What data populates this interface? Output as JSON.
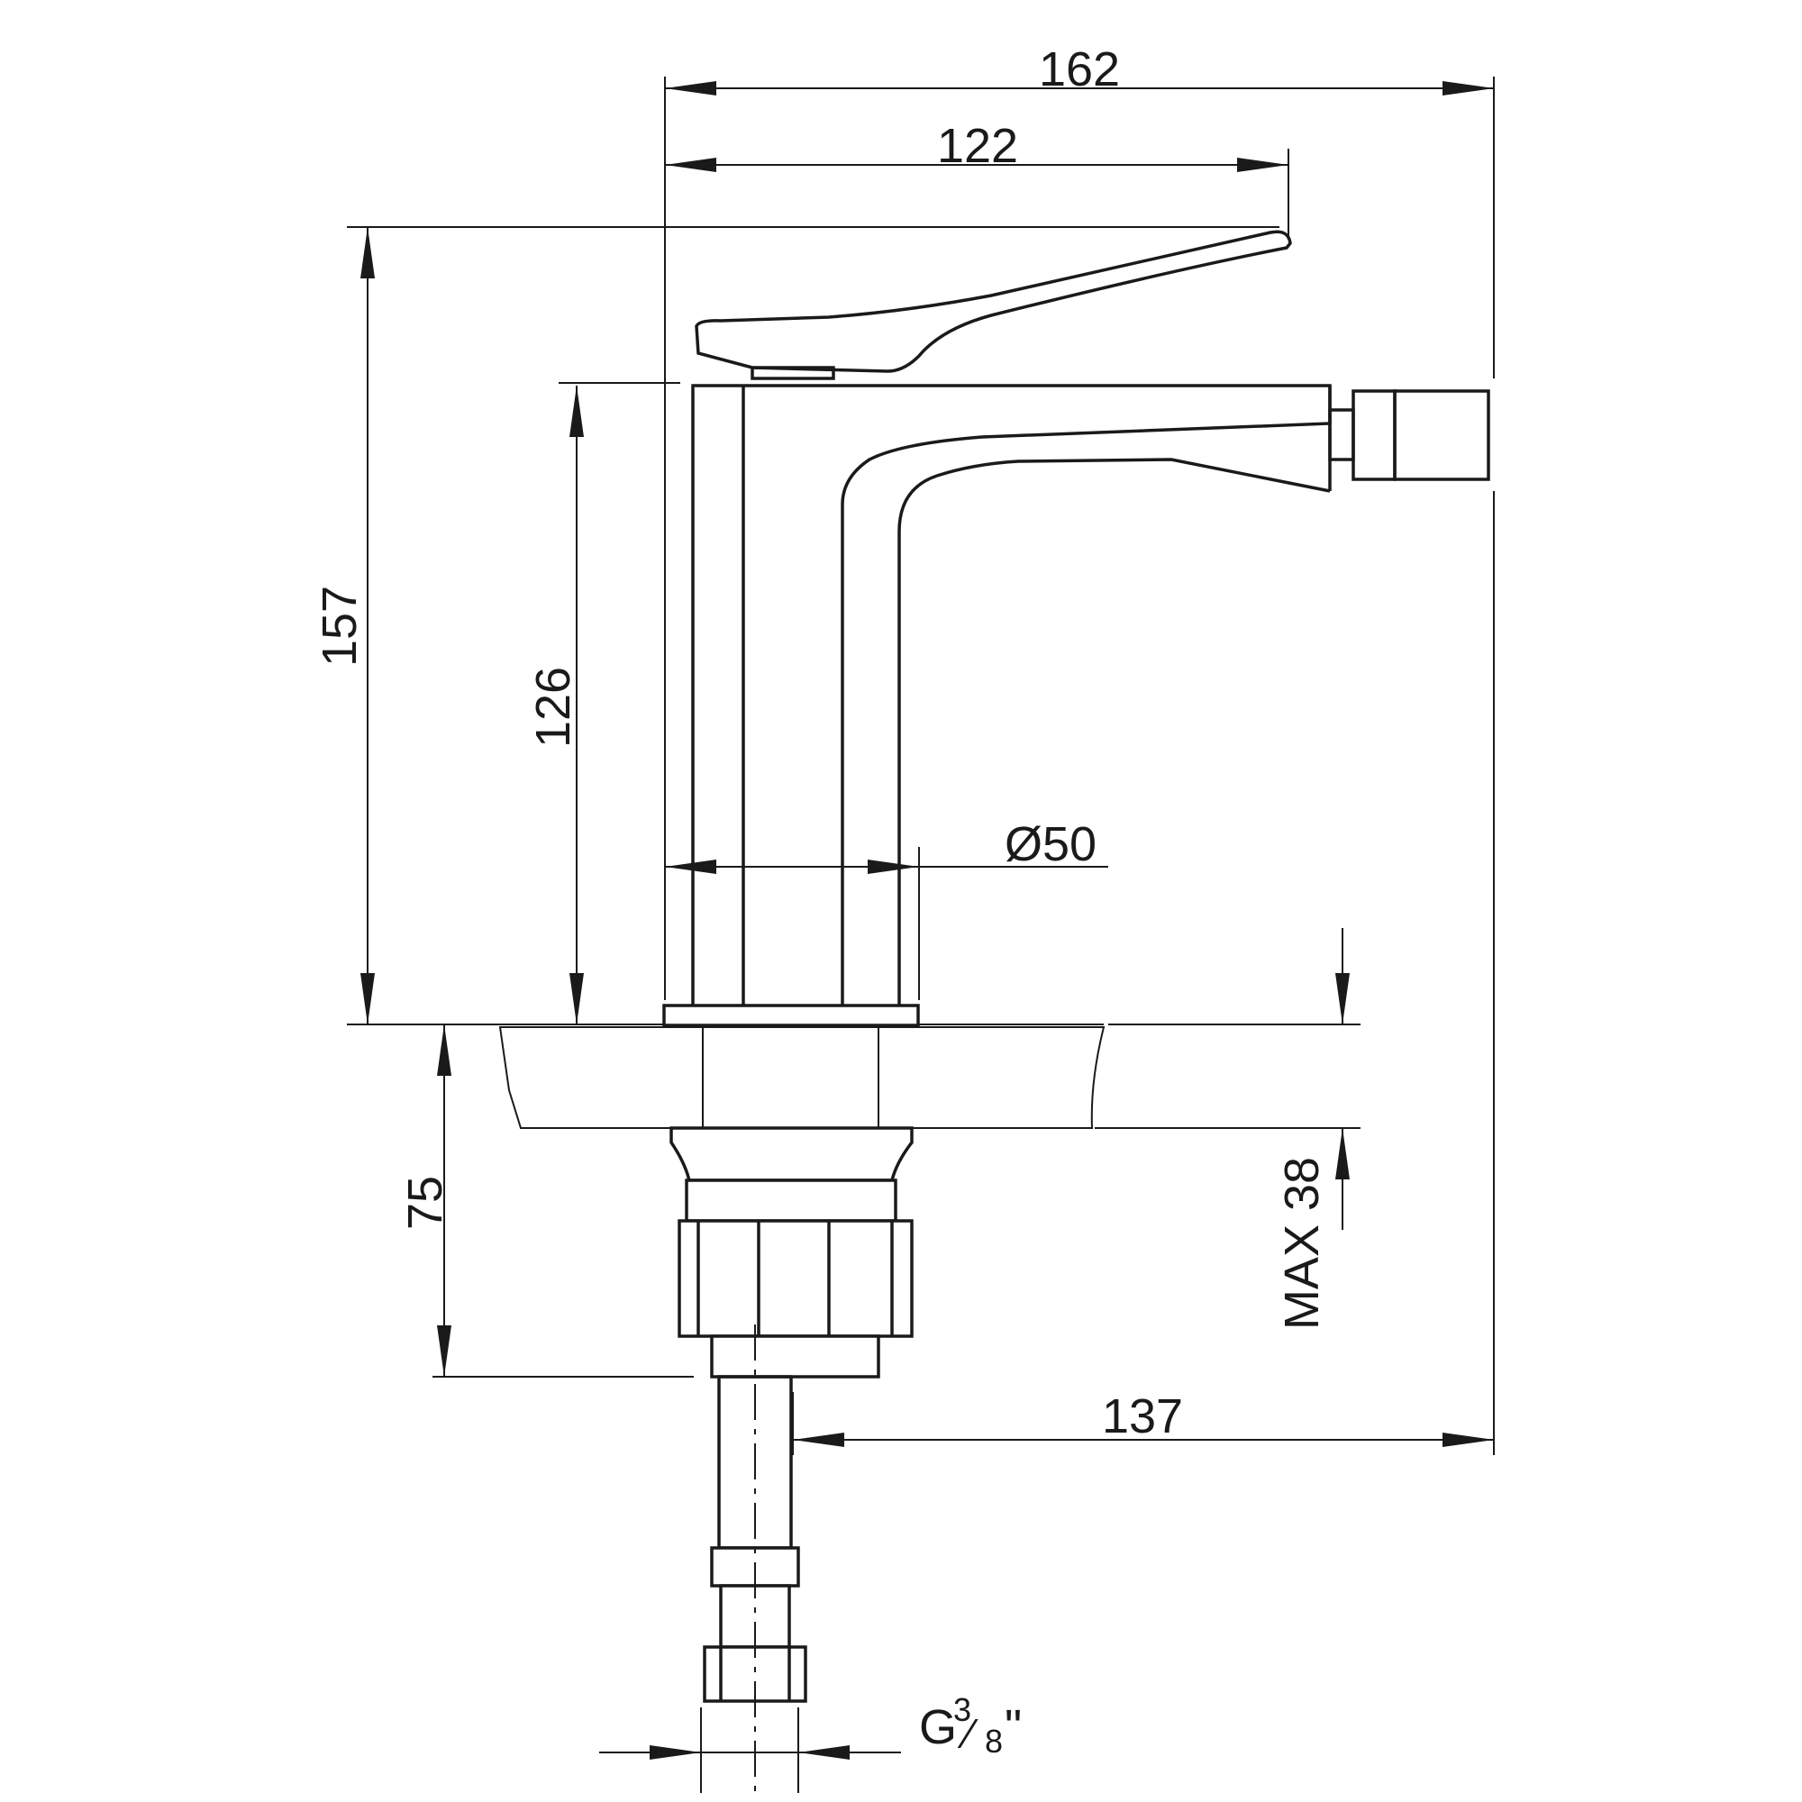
{
  "drawing": {
    "dimensions": {
      "total_length": "162",
      "lever_length": "122",
      "total_height": "157",
      "spout_height": "126",
      "body_diameter": "Ø50",
      "shank_length": "75",
      "max_deck_thickness": "MAX 38",
      "spout_reach": "137",
      "thread_main": "G",
      "thread_num": "3",
      "thread_slash": "⁄",
      "thread_den": "8",
      "thread_inch": "\""
    },
    "colors": {
      "line": "#1a1a1a",
      "background": "#ffffff"
    }
  }
}
